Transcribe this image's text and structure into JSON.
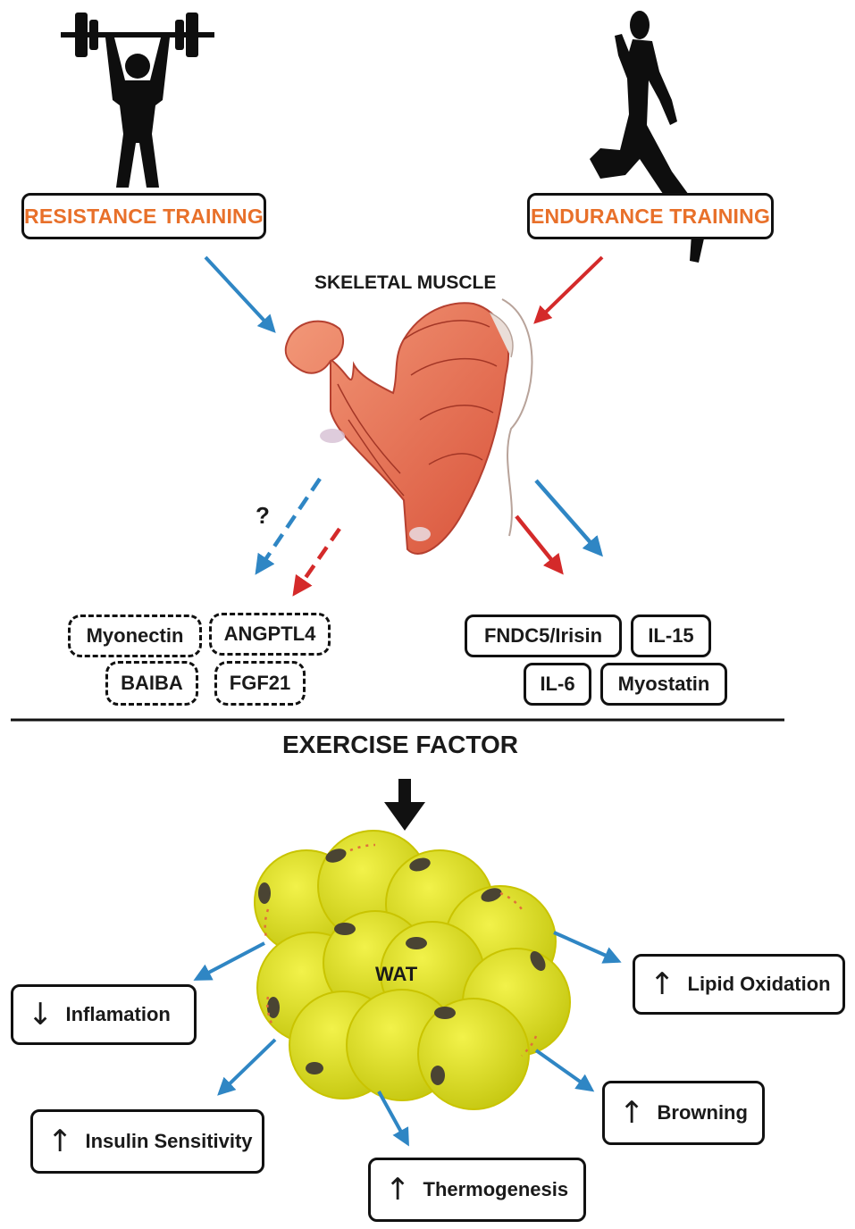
{
  "training": {
    "resistance": "RESISTANCE TRAINING",
    "endurance": "ENDURANCE TRAINING"
  },
  "muscle": {
    "title": "SKELETAL MUSCLE",
    "unknown_mark": "?"
  },
  "factors_dashed": [
    "Myonectin",
    "ANGPTL4",
    "BAIBA",
    "FGF21"
  ],
  "factors_solid": [
    "FNDC5/Irisin",
    "IL-15",
    "IL-6",
    "Myostatin"
  ],
  "section": {
    "title": "EXERCISE FACTOR"
  },
  "tissue": {
    "label": "WAT"
  },
  "outcomes": {
    "inflammation": {
      "direction": "↓",
      "label": "Inflamation"
    },
    "lipid_oxidation": {
      "direction": "↑",
      "label": "Lipid Oxidation"
    },
    "browning": {
      "direction": "↑",
      "label": "Browning"
    },
    "insulin_sensitivity": {
      "direction": "↑",
      "label": "Insulin Sensitivity"
    },
    "thermogenesis": {
      "direction": "↑",
      "label": "Thermogenesis"
    }
  },
  "colors": {
    "resistance_arrow": "#2f86c4",
    "endurance_arrow": "#d42a2a",
    "training_text": "#e8702a",
    "fat_cell": "#d6dc1e",
    "fat_cell_edge": "#c9c400",
    "nucleus": "#4a4433"
  },
  "icons": [
    "weightlifter-icon",
    "runner-icon",
    "flexed-arm-muscle-icon",
    "fat-cell-cluster-icon"
  ]
}
